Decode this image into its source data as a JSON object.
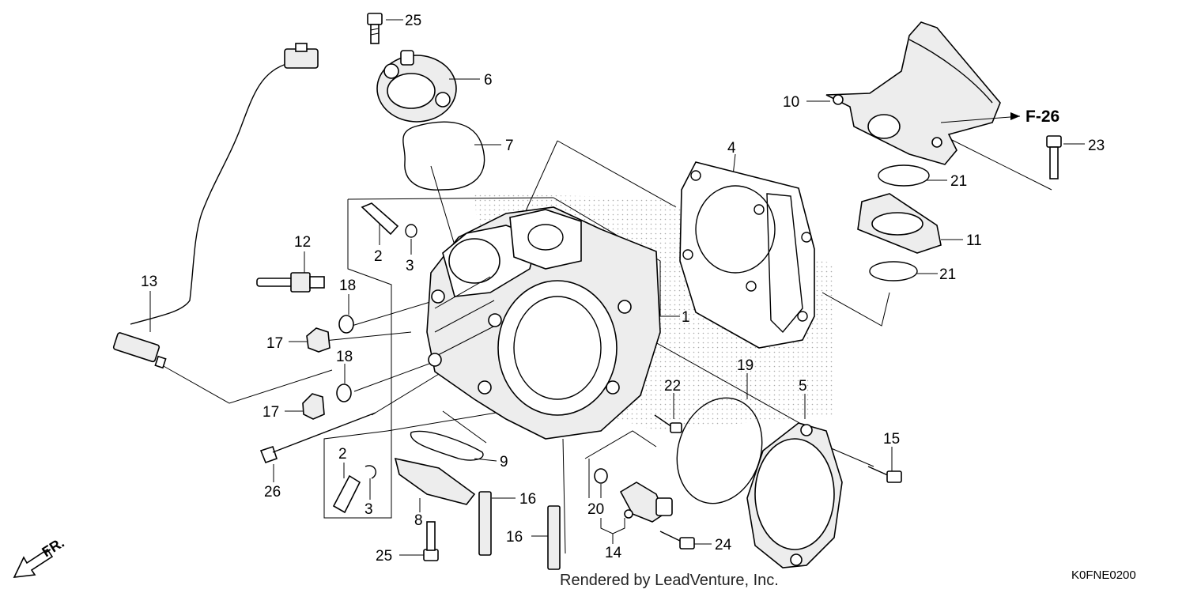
{
  "callouts": {
    "c1": "1",
    "c2a": "2",
    "c2b": "2",
    "c3a": "3",
    "c3b": "3",
    "c4": "4",
    "c5": "5",
    "c6": "6",
    "c7": "7",
    "c8": "8",
    "c9": "9",
    "c10": "10",
    "c11": "11",
    "c12": "12",
    "c13": "13",
    "c14": "14",
    "c15": "15",
    "c16a": "16",
    "c16b": "16",
    "c17a": "17",
    "c17b": "17",
    "c18a": "18",
    "c18b": "18",
    "c19": "19",
    "c20": "20",
    "c21a": "21",
    "c21b": "21",
    "c22": "22",
    "c23": "23",
    "c24": "24",
    "c25a": "25",
    "c25b": "25",
    "c26": "26"
  },
  "reference": "F-26",
  "front_marker": "FR.",
  "watermark": "Rendered by LeadVenture, Inc.",
  "diagram_code": "K0FNE0200"
}
